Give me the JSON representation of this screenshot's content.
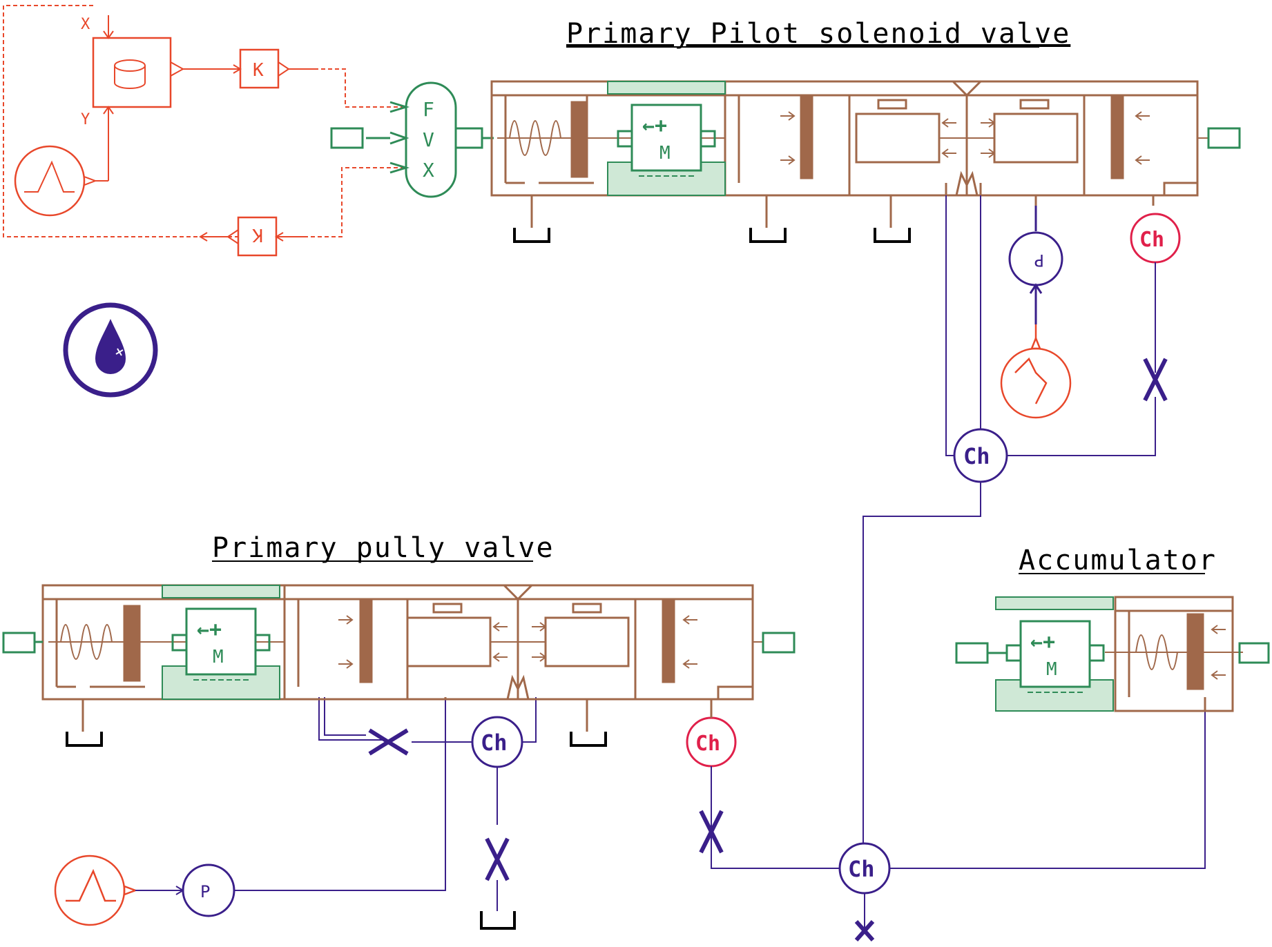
{
  "titles": {
    "pilot": "Primary Pilot solenoid valve",
    "pully": "Primary pully valve",
    "accumulator": "Accumulator"
  },
  "signal": {
    "port_x": "X",
    "port_y": "Y",
    "gain_top": "K",
    "gain_bottom": "K",
    "fvx_f": "F",
    "fvx_v": "V",
    "fvx_x": "X"
  },
  "solenoid": {
    "label": "M",
    "symbol": "←+"
  },
  "chambers": {
    "label": "Ch"
  },
  "pressure_source": {
    "label": "P"
  },
  "pressure_sensor": {
    "label": "P"
  },
  "colors": {
    "valve_brown": "#a0684a",
    "signal_red": "#e8472a",
    "electric_green": "#2e8b57",
    "hydraulic_purple": "#3a1f8a",
    "chamber_red": "#e0204a",
    "tank_black": "#000000"
  }
}
